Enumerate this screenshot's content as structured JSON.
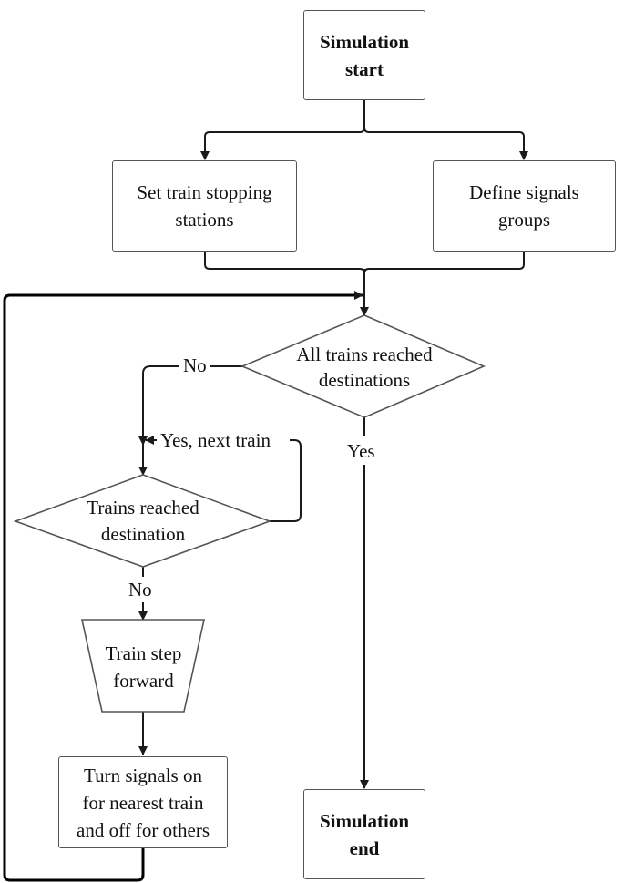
{
  "nodes": {
    "start": "Simulation\nstart",
    "set_stations": "Set train stopping\nstations",
    "define_groups": "Define signals\ngroups",
    "all_trains": "All trains reached\ndestinations",
    "train_reached": "Trains reached\ndestination",
    "train_step": "Train step\nforward",
    "turn_signals": "Turn signals on\nfor nearest train\nand off for others",
    "end": "Simulation\nend"
  },
  "edges": {
    "all_no": "No",
    "all_yes": "Yes",
    "reached_yes": "Yes, next train",
    "reached_no": "No"
  },
  "colors": {
    "box_border": "#555555",
    "line": "#1a1a1a",
    "loop_line": "#000000"
  }
}
